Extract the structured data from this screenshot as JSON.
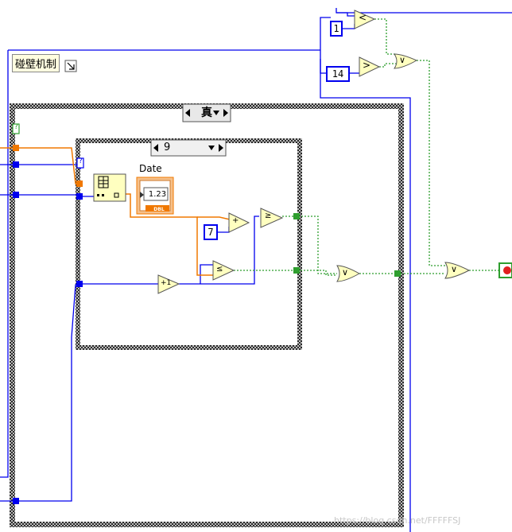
{
  "comment_label": "碰壁机制",
  "case_outer": {
    "selector_value": "真"
  },
  "case_inner": {
    "selector_value": "9"
  },
  "indicator": {
    "title": "Date",
    "value": "1.23",
    "type_tag": "DBL"
  },
  "constants": {
    "one": "1",
    "fourteen": "14",
    "seven": "7"
  },
  "operators": {
    "less": "<",
    "greater": ">",
    "or": "∨",
    "add": "+",
    "greater_equal": "≥",
    "less_equal": "≤",
    "increment": "+1"
  },
  "watermark": "https://blog.csdn.net/FFFFFSJ",
  "colors": {
    "int_wire": "#0000ee",
    "bool_wire": "#2e9e2e",
    "dbl_wire": "#f07800",
    "prim_fill": "#ffffc0",
    "case_frame": "#1e1e1e"
  }
}
